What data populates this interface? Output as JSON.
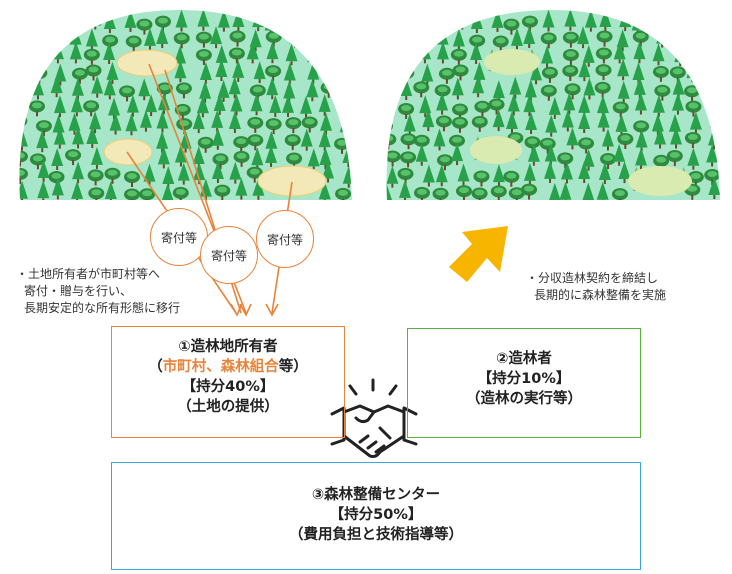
{
  "notes": {
    "left": [
      "・土地所有者が市町村等へ",
      "寄付・贈与を行い、",
      "長期安定的な所有形態に移行"
    ],
    "right": [
      "・分収造林契約を締結し",
      "長期的に森林整備を実施"
    ]
  },
  "donation_tags": [
    "寄付等",
    "寄付等",
    "寄付等"
  ],
  "boxes": {
    "landowner": {
      "title": "①造林地所有者",
      "paren_open": "（",
      "highlight": "市町村、森林組合",
      "paren_close": "等）",
      "share": "【持分40%】",
      "role": "（土地の提供）"
    },
    "forester": {
      "title": "②造林者",
      "share": "【持分10%】",
      "role": "（造林の実行等）"
    },
    "center": {
      "title": "③森林整備センター",
      "share": "【持分50%】",
      "role": "（費用負担と技術指導等）"
    }
  },
  "icons": [
    "forest-icon",
    "handshake-icon",
    "up-right-arrow-icon"
  ],
  "colors": {
    "landowner": "#e8833a",
    "forester": "#5ab43c",
    "center": "#3aa7e0",
    "arrow": "#f7b500",
    "forest_bg": "#a8e6c9",
    "bare_patch": "#f3e9b8"
  }
}
